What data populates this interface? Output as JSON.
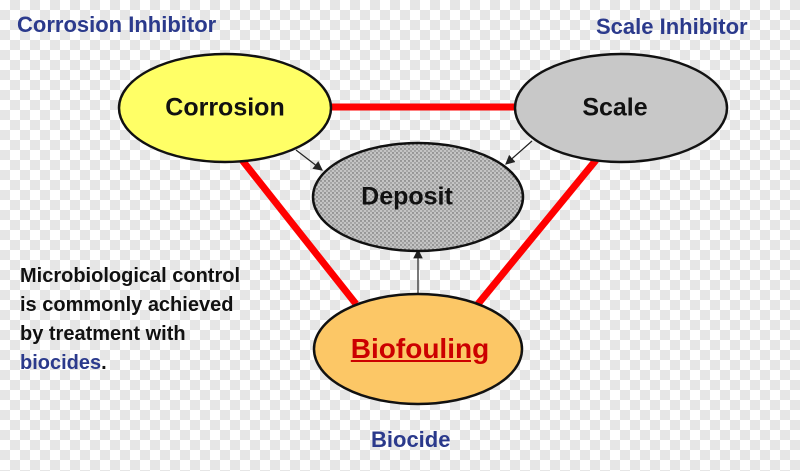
{
  "labels": {
    "corrosion_inhibitor": "Corrosion Inhibitor",
    "scale_inhibitor": "Scale Inhibitor",
    "biocide": "Biocide"
  },
  "nodes": {
    "corrosion": {
      "label": "Corrosion",
      "fill": "#ffff66"
    },
    "scale": {
      "label": "Scale",
      "fill": "#c8c8c8"
    },
    "deposit": {
      "label": "Deposit",
      "fill": "#b8b8b8"
    },
    "biofouling": {
      "label": "Biofouling",
      "fill": "#fcc766"
    }
  },
  "note": {
    "line1": "Microbiological control",
    "line2": "is commonly achieved",
    "line3": "by treatment with",
    "line4_accent": "biocides",
    "line4_end": "."
  },
  "colors": {
    "link": "#ff0000",
    "inhibitor_text": "#2b3a8c",
    "biofouling_text": "#cc0000"
  }
}
